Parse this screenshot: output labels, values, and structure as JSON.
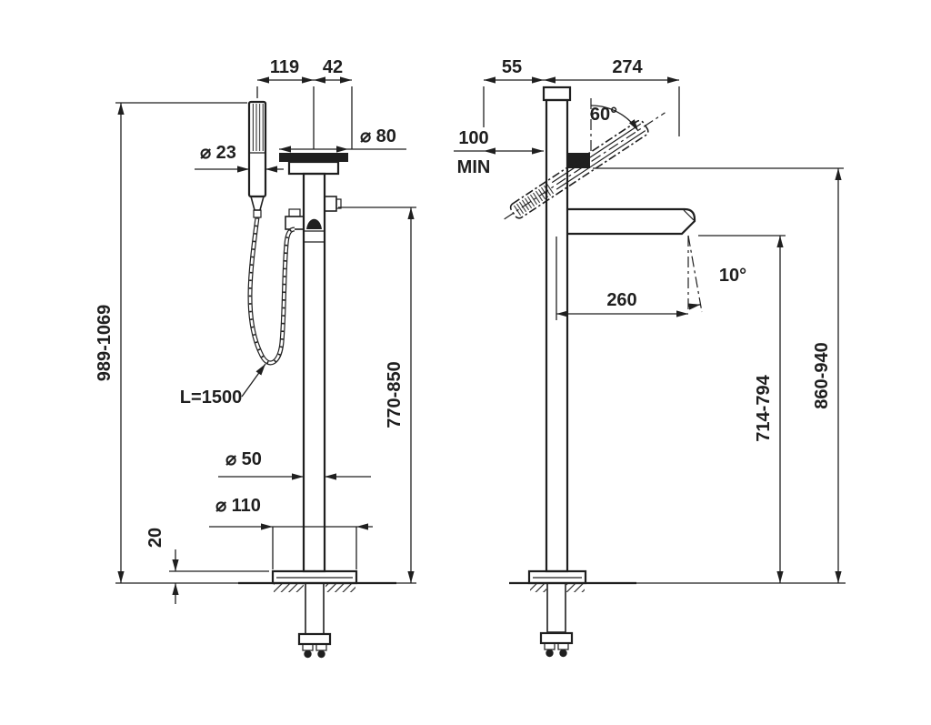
{
  "colors": {
    "line": "#1f1f1f",
    "background": "#ffffff"
  },
  "left_view": {
    "w119": "119",
    "w42": "42",
    "d23": "⌀ 23",
    "d80": "⌀ 80",
    "h_total": "989-1069",
    "h_body": "770-850",
    "hose": "L=1500",
    "d50": "⌀ 50",
    "d110": "⌀ 110",
    "t20": "20"
  },
  "right_view": {
    "w55": "55",
    "w274": "274",
    "min100": "100",
    "min_label": "MIN",
    "a60": "60°",
    "r260": "260",
    "a10": "10°",
    "h_spout": "714-794",
    "h_holder": "860-940"
  }
}
